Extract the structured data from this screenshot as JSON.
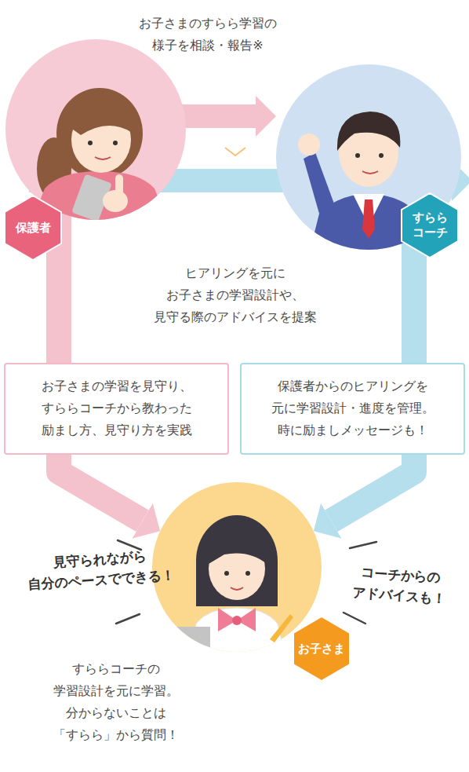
{
  "diagram": {
    "nodes": [
      {
        "text": [
          "保護者"
        ]
      },
      {
        "text": [
          "すらら コーチ"
        ]
      },
      {
        "text": [
          "お子さまの学習を見守り、 すららコーチから教わった 励まし方、見守り方を実践"
        ]
      },
      {
        "text": [
          "保護者からのヒアリングを 元に学習設計・進度を管理。 時に励ましメッセージも！"
        ]
      },
      {
        "text": [
          "お子さま"
        ]
      }
    ],
    "edges": [
      {
        "from": 0,
        "to": 1,
        "arrow": "to",
        "label": "お子さまのすらら学習の 様子を相談・報告※"
      },
      {
        "from": 1,
        "to": 0,
        "arrow": "to",
        "label": "ヒアリングを元に お子さまの学習設計や、 見守る際のアドバイスを提案"
      },
      {
        "from": 0,
        "to": 2,
        "arrow": "none"
      },
      {
        "from": 2,
        "to": 4,
        "arrow": "to"
      },
      {
        "from": 1,
        "to": 3,
        "arrow": "none"
      },
      {
        "from": 3,
        "to": 4,
        "arrow": "to"
      }
    ],
    "labels": [
      "見守られながら 自分のペースでできる！",
      "コーチからの アドバイスも！",
      "すららコーチの 学習設計を元に学習。 分からないことは 「すらら」から質問！"
    ]
  }
}
